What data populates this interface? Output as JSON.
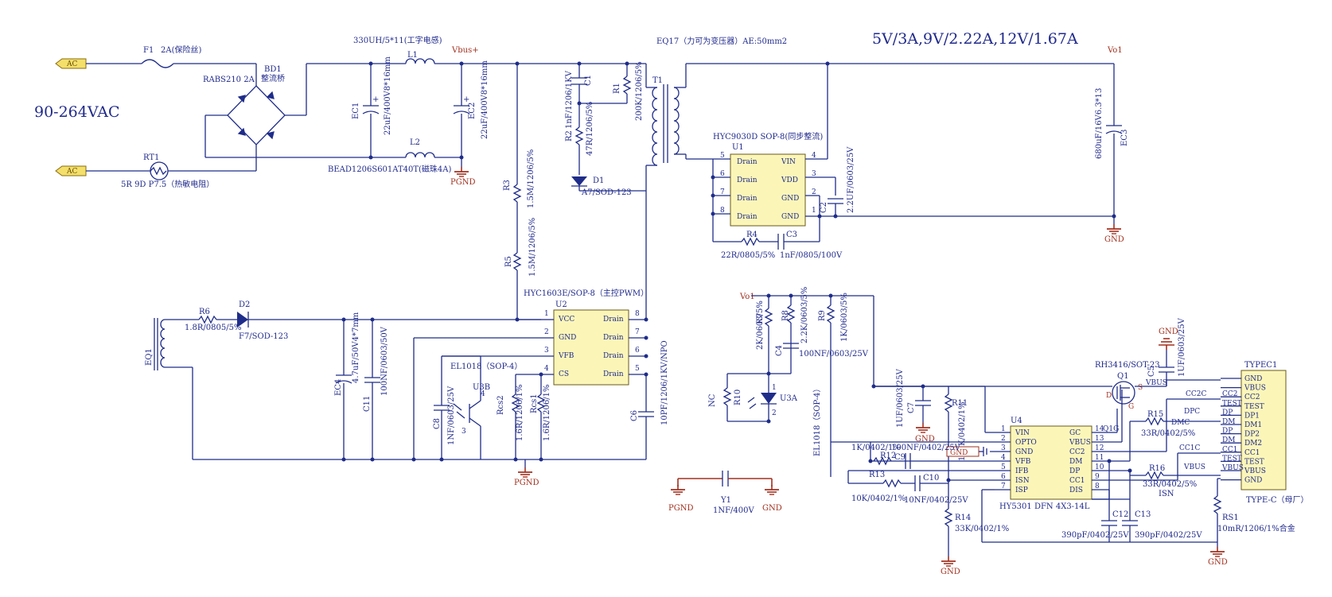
{
  "headline": {
    "ac_range": "90-264VAC",
    "outputs": "5V/3A,9V/2.22A,12V/1.67A"
  },
  "ports": {
    "ac1": "AC",
    "ac2": "AC"
  },
  "nets": {
    "vbus_plus": "Vbus+",
    "vo1_top": "Vo1",
    "vo1_left": "Vo1",
    "pgnd": "PGND",
    "gnd": "GND",
    "vbus": "VBUS",
    "isn": "ISN",
    "cc2c": "CC2C",
    "cc1c": "CC1C",
    "dpc": "DPC",
    "dmc": "DMC"
  },
  "refs": {
    "F1": "F1",
    "BD1": "BD1",
    "RT1": "RT1",
    "L1": "L1",
    "L2": "L2",
    "EC1": "EC1",
    "EC2": "EC2",
    "T1": "T1",
    "C1": "C1",
    "R1": "R1",
    "R2": "R2",
    "D1": "D1",
    "R3": "R3",
    "R5": "R5",
    "U1": "U1",
    "R4": "R4",
    "C3": "C3",
    "C2": "C2",
    "EC3": "EC3",
    "EQ1": "EQ1",
    "R6": "R6",
    "D2": "D2",
    "EC4": "EC4",
    "C11": "C11",
    "U2": "U2",
    "C8": "C8",
    "U3B": "U3B",
    "Rcs2": "Rcs2",
    "Rcs1": "Rcs1",
    "C6": "C6",
    "R7": "R7",
    "R8": "R8",
    "R9": "R9",
    "C4": "C4",
    "R10": "R10",
    "NC": "NC",
    "U3A": "U3A",
    "C7": "C7",
    "R11": "R11",
    "U4": "U4",
    "R12": "R12",
    "C9": "C9",
    "R13": "R13",
    "C10": "C10",
    "R14": "R14",
    "C12": "C12",
    "C13": "C13",
    "Q1": "Q1",
    "C5": "C5",
    "R15": "R15",
    "R16": "R16",
    "RS1": "RS1",
    "Y1": "Y1",
    "TYPEC1": "TYPEC1"
  },
  "values": {
    "F1": "2A(保险丝)",
    "BD1_part": "RABS210 2A",
    "BD1_desc": "整流桥",
    "RT1": "5R 9D P7.5（热敏电阻）",
    "L1": "330UH/5*11(工字电感)",
    "L2": "BEAD1206S601AT40T(磁珠4A)",
    "EC1": "22uF/400V8*16mm",
    "EC2": "22uF/400V8*16mm",
    "T1": "EQ17（力可为变压器）AE:50mm2",
    "C1": "1nF/1206/1KV",
    "R1": "200K/1206/5%",
    "R2": "47R/1206/5%",
    "D1": "A7/SOD-123",
    "R3": "1.5M/1206/5%",
    "R5": "1.5M/1206/5%",
    "U1": "HYC9030D SOP-8(同步整流)",
    "R4": "22R/0805/5%",
    "C3": "1nF/0805/100V",
    "C2": "2.2UF/0603/25V",
    "EC3": "680uF/16V6.3*13",
    "R6": "1.8R/0805/5%",
    "D2": "F7/SOD-123",
    "EC4": "4.7uF/50V4*7mm",
    "C11": "100NF/0603/50V",
    "U2": "HYC1603E/SOP-8（主控PWM）",
    "U3B": "EL1018（SOP-4）",
    "C8": "1NF/0603/25V",
    "Rcs2": "1.6R/1206/1%",
    "Rcs1": "1.6R/1206/1%",
    "C6": "10PF/1206/1KV/NPO",
    "R7": "2K/0603/5%",
    "R8": "2.2K/0603/5%",
    "R9": "1K/0603/5%",
    "C4": "100NF/0603/25V",
    "U3A": "EL1018（SOP-4）",
    "C7": "1UF/0603/25V",
    "R11": "100K/0402/1%",
    "R12": "1K/0402/1%",
    "C9": "100NF/0402/25V",
    "R13": "10K/0402/1%",
    "C10": "10NF/0402/25V",
    "R14": "33K/0402/1%",
    "U4": "HY5301 DFN 4X3-14L",
    "C12": "390pF/0402/25V",
    "C13": "390pF/0402/25V",
    "Q1": "RH3416/SOT-23",
    "C5": "1UF/0603/25V",
    "R15": "33R/0402/5%",
    "R16": "33R/0402/5%",
    "RS1": "10mR/1206/1%合金",
    "Y1": "1NF/400V",
    "TYPEC1": "TYPE-C（母厂）"
  },
  "U1": {
    "left": [
      "Drain",
      "Drain",
      "Drain",
      "Drain"
    ],
    "right": [
      "VIN",
      "VDD",
      "GND",
      "GND"
    ],
    "left_nums": [
      "5",
      "6",
      "7",
      "8"
    ],
    "right_nums": [
      "4",
      "3",
      "2",
      "1"
    ]
  },
  "U2": {
    "left": [
      "VCC",
      "GND",
      "VFB",
      "CS"
    ],
    "right": [
      "Drain",
      "Drain",
      "Drain",
      "Drain"
    ],
    "left_nums": [
      "1",
      "2",
      "3",
      "4"
    ],
    "right_nums": [
      "8",
      "7",
      "6",
      "5"
    ]
  },
  "U4": {
    "left": [
      "VIN",
      "OPTO",
      "GND",
      "VFB",
      "IFB",
      "ISN",
      "ISP"
    ],
    "right": [
      "GC",
      "VBUS",
      "CC2",
      "DM",
      "DP",
      "CC1",
      "DIS"
    ],
    "left_nums": [
      "1",
      "2",
      "3",
      "4",
      "5",
      "6",
      "7"
    ],
    "right_nums": [
      "14",
      "13",
      "12",
      "11",
      "10",
      "9",
      "8"
    ]
  },
  "typec": {
    "pins": [
      "GND",
      "VBUS",
      "CC2",
      "TEST",
      "DP1",
      "DM1",
      "DP2",
      "DM2",
      "CC1",
      "TEST",
      "VBUS",
      "GND"
    ],
    "nets": [
      "",
      "",
      "CC2",
      "TEST",
      "DP",
      "DM",
      "DP",
      "DM",
      "CC1",
      "TEST",
      "VBUS",
      ""
    ]
  },
  "misc": {
    "q1_pins": {
      "d": "D",
      "g": "G",
      "s": "S"
    },
    "q1g": "Q1G",
    "gnd_box": "GND"
  }
}
